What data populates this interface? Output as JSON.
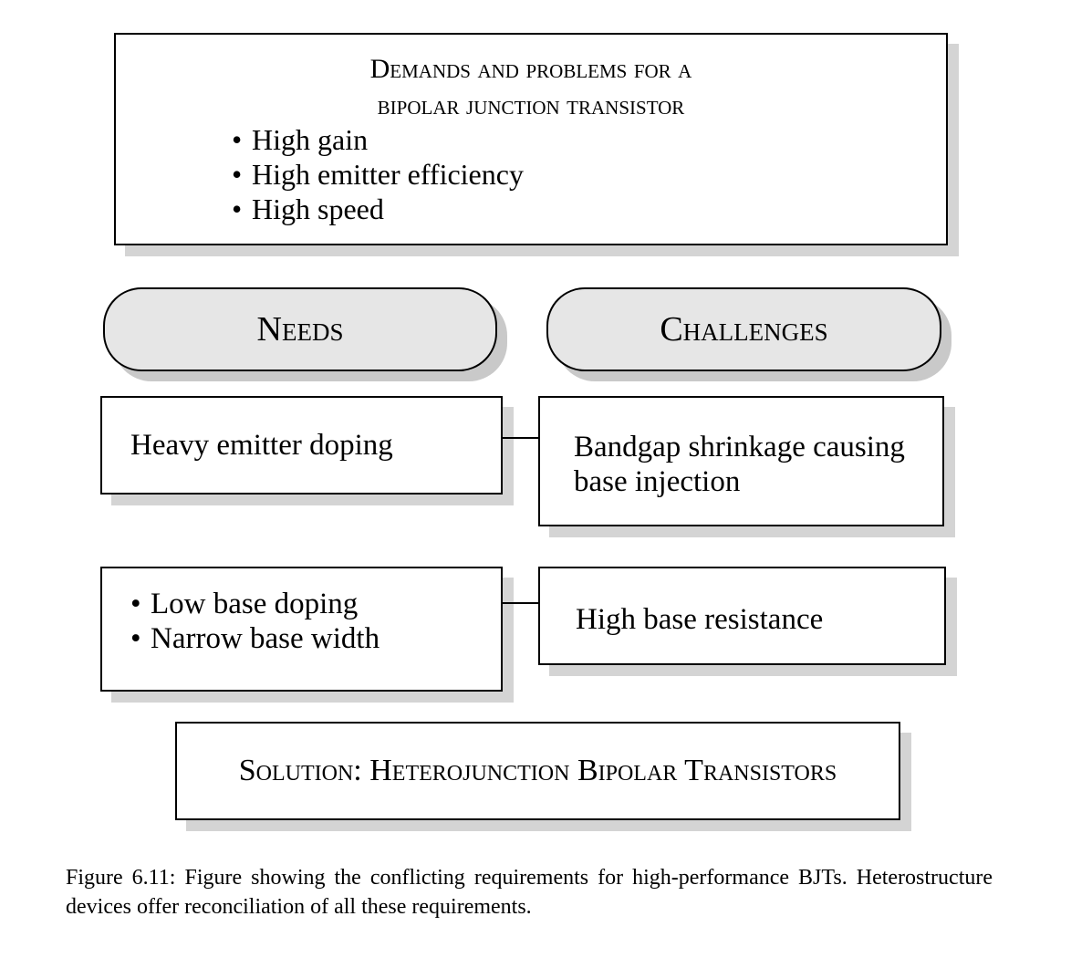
{
  "top_box": {
    "title_line1": "Demands and problems for a",
    "title_line2": "bipolar junction transistor",
    "bullets": [
      "High gain",
      "High emitter efficiency",
      "High speed"
    ]
  },
  "headers": {
    "needs": "Needs",
    "challenges": "Challenges"
  },
  "rows": [
    {
      "need_lines": [
        "Heavy emitter doping"
      ],
      "challenge_lines": [
        "Bandgap shrinkage causing",
        "base injection"
      ]
    },
    {
      "need_bullets": [
        "Low base doping",
        "Narrow base width"
      ],
      "challenge_lines": [
        "High base resistance"
      ]
    }
  ],
  "solution": "Solution: Heterojunction Bipolar Transistors",
  "caption": "Figure 6.11: Figure showing the conflicting requirements for high-performance BJTs. Heterostructure devices offer reconciliation of all these requirements."
}
